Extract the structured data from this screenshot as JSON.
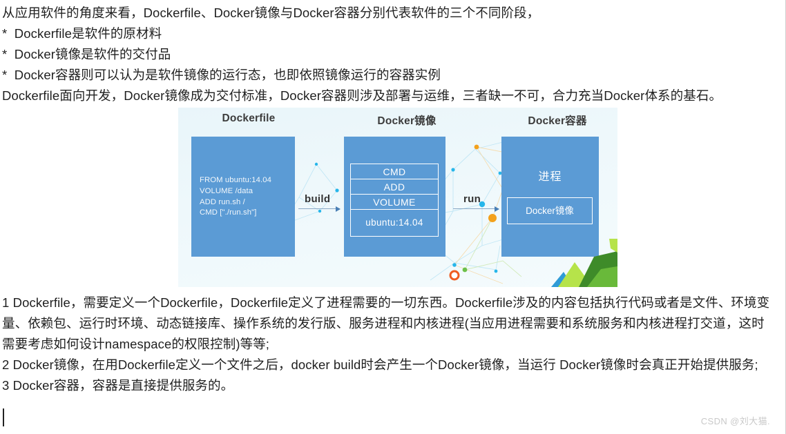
{
  "article": {
    "intro_paragraphs": [
      "从应用软件的角度来看，Dockerfile、Docker镜像与Docker容器分别代表软件的三个不同阶段，",
      "*  Dockerfile是软件的原材料",
      "*  Docker镜像是软件的交付品",
      "*  Docker容器则可以认为是软件镜像的运行态，也即依照镜像运行的容器实例",
      "Dockerfile面向开发，Docker镜像成为交付标准，Docker容器则涉及部署与运维，三者缺一不可，合力充当Docker体系的基石。"
    ],
    "outro_paragraphs": [
      "1 Dockerfile，需要定义一个Dockerfile，Dockerfile定义了进程需要的一切东西。Dockerfile涉及的内容包括执行代码或者是文件、环境变量、依赖包、运行时环境、动态链接库、操作系统的发行版、服务进程和内核进程(当应用进程需要和系统服务和内核进程打交道，这时需要考虑如何设计namespace的权限控制)等等;",
      "2 Docker镜像，在用Dockerfile定义一个文件之后，docker build时会产生一个Docker镜像，当运行 Docker镜像时会真正开始提供服务;",
      "3 Docker容器，容器是直接提供服务的。"
    ]
  },
  "figure": {
    "columns": [
      {
        "title": "Dockerfile"
      },
      {
        "title": "Docker镜像"
      },
      {
        "title": "Docker容器"
      }
    ],
    "dockerfile_code": "FROM ubuntu:14.04\nVOLUME /data\nADD run.sh /\nCMD [\"./run.sh\"]",
    "image_layers": [
      "CMD",
      "ADD",
      "VOLUME"
    ],
    "image_base_layer": "ubuntu:14.04",
    "container_process_label": "进程",
    "container_inner_label": "Docker镜像",
    "arrow_build_label": "build",
    "arrow_run_label": "run",
    "colors": {
      "box_blue": "#5b9bd5",
      "background": "#eaf6fa",
      "arrow": "#4a7fb5",
      "accent_orange": "#f3a11c",
      "accent_green": "#6cc04a",
      "accent_cyan": "#27b6ea"
    }
  },
  "watermark": {
    "text": "CSDN @刘大猫."
  }
}
